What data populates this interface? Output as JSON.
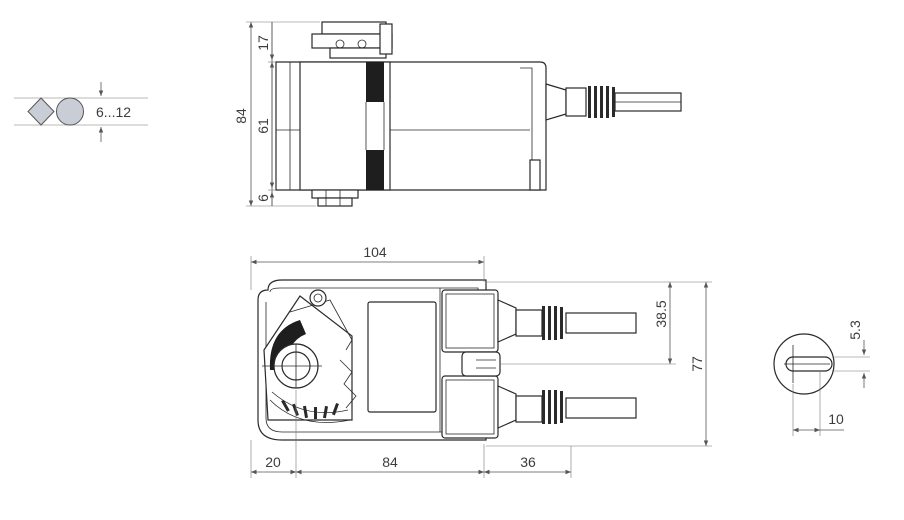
{
  "shaft_range": {
    "label": "6...12"
  },
  "side_view": {
    "dims": {
      "total": "84",
      "top": "17",
      "middle": "61",
      "bottom": "6"
    }
  },
  "top_view": {
    "dims": {
      "width": "104",
      "height": "77",
      "connector_offset": "38.5",
      "left_offset": "20",
      "body_length": "84",
      "cable_length": "36"
    }
  },
  "shaft_detail": {
    "dims": {
      "slot_offset": "5.3",
      "slot_length": "10"
    }
  }
}
